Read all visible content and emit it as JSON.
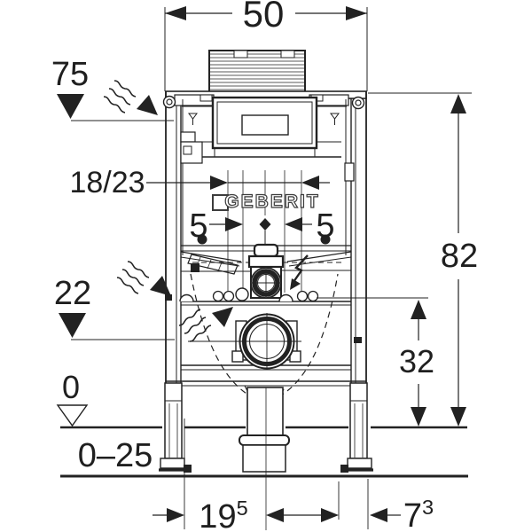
{
  "brand": "GEBERIT",
  "dims": {
    "top_width": "50",
    "left_upper": "75",
    "plate": "18/23",
    "five_left": "5",
    "five_right": "5",
    "left_mid": "22",
    "left_zero": "0",
    "left_range": "0–25",
    "right_height": "82",
    "right_lower": "32",
    "bottom_left_main": "19",
    "bottom_left_sup": "5",
    "bottom_right_main": "7",
    "bottom_right_sup": "3"
  }
}
